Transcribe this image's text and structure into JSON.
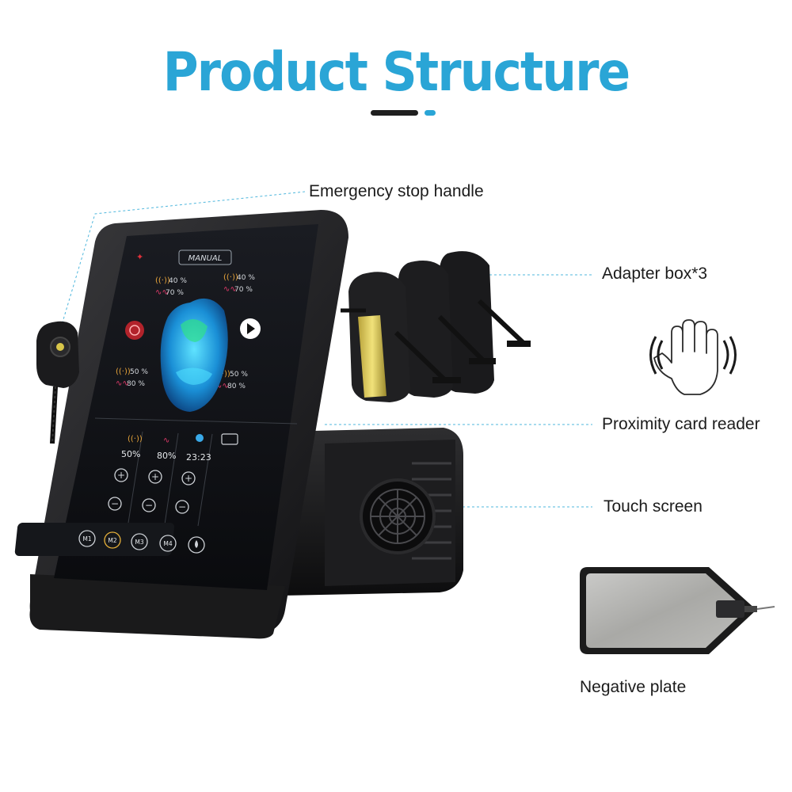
{
  "page": {
    "title": "Product Structure",
    "accent_color": "#2aa5d6",
    "text_color": "#1c1c1c"
  },
  "callouts": [
    {
      "id": "emergency",
      "label": "Emergency stop handle"
    },
    {
      "id": "adapter",
      "label": "Adapter box*3"
    },
    {
      "id": "proximity",
      "label": "Proximity card reader"
    },
    {
      "id": "touch",
      "label": "Touch screen"
    },
    {
      "id": "negative",
      "label": "Negative plate"
    }
  ],
  "icons": {
    "hand": "hand-wave-icon",
    "plate": "negative-plate-icon",
    "device": "device-body-icon"
  },
  "screen": {
    "mode_label": "MANUAL",
    "readouts": {
      "top_left_a": "40 %",
      "top_left_b": "70 %",
      "top_right_a": "40 %",
      "top_right_b": "70 %",
      "mid_left_a": "50 %",
      "mid_left_b": "80 %",
      "mid_right_a": "50 %",
      "mid_right_b": "80 %"
    },
    "bottom_values": [
      "50%",
      "80%",
      "23:23"
    ],
    "mode_buttons": [
      "M1",
      "M2",
      "M3",
      "M4"
    ]
  }
}
